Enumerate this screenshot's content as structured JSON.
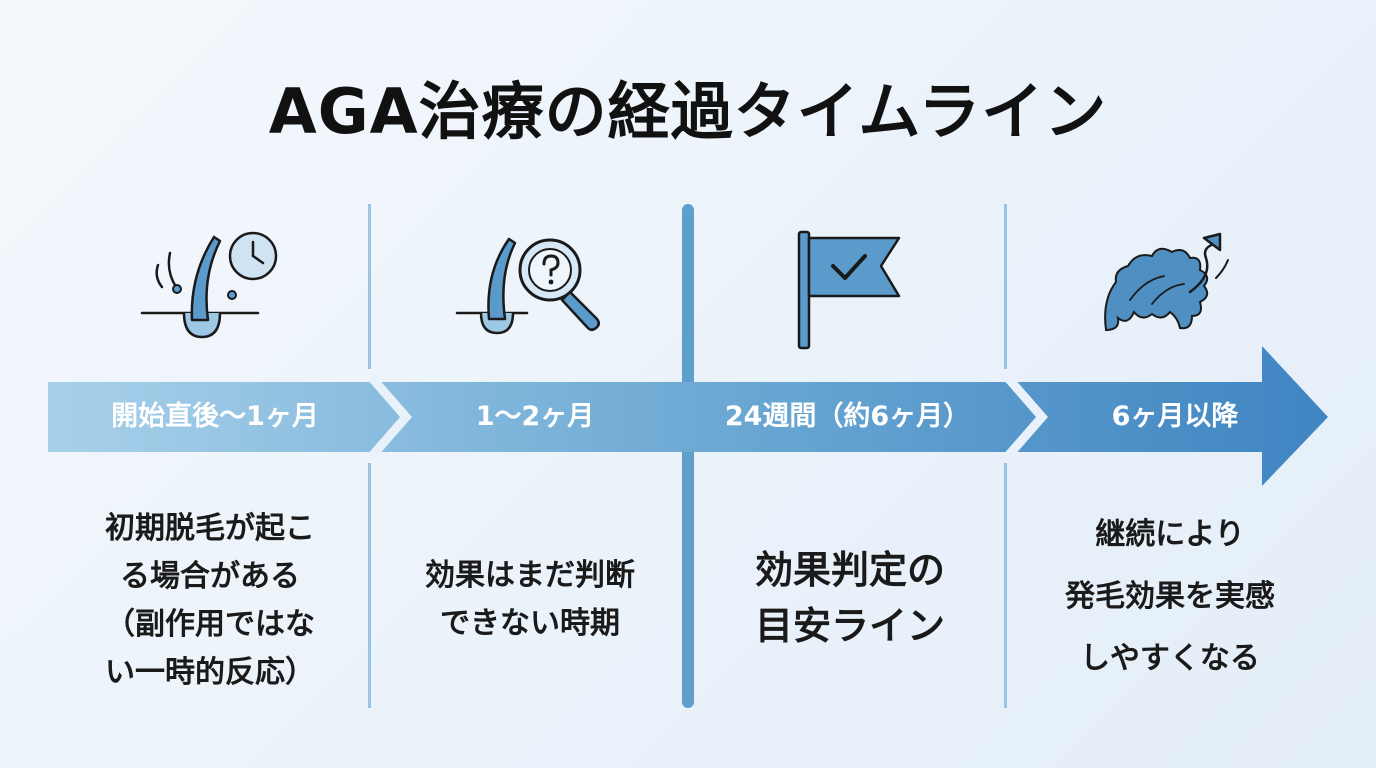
{
  "title": "AGA治療の経過タイムライン",
  "colors": {
    "accent": "#4f8fc2",
    "accent_light": "#8ec0e0",
    "divider": "#9cc4e0",
    "text": "#1a1a1a"
  },
  "stages": [
    {
      "label": "開始直後〜1ヶ月",
      "description": "初期脱毛が起こ\nる場合がある\n（副作用ではな\nい一時的反応）",
      "icon": "hair-follicle-clock-icon"
    },
    {
      "label": "1〜2ヶ月",
      "description": "効果はまだ判断\nできない時期",
      "icon": "hair-follicle-magnifier-icon"
    },
    {
      "label": "24週間（約6ヶ月）",
      "description": "効果判定の\n目安ライン",
      "icon": "check-flag-icon"
    },
    {
      "label": "6ヶ月以降",
      "description": "継続により\n発毛効果を実感\nしやすくなる",
      "icon": "hair-growth-arrow-icon"
    }
  ]
}
